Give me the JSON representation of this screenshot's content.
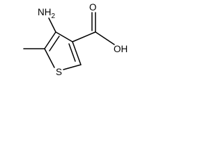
{
  "molecule": {
    "atoms": {
      "amine": "NH2",
      "amine_main": "NH",
      "amine_subscript": "2",
      "sulfur": "S",
      "hydroxyl": "OH",
      "carbonyl_oxygen": "O"
    }
  }
}
